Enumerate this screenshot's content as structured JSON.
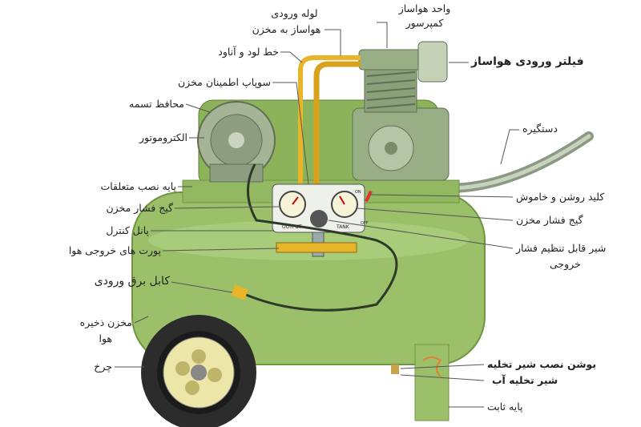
{
  "labels": {
    "inlet_pipe_1": "لوله ورودی",
    "inlet_pipe_2": "هواساز به مخزن",
    "pump_unit_1": "واحد هواساز",
    "pump_unit_2": "کمپرسور",
    "load_unload_line": "خط لود و آناود",
    "air_intake_filter": "فیلتر ورودی هواساز",
    "safety_valve": "سوپاپ اطمینان مخزن",
    "belt_guard": "محافظ تسمه",
    "electric_motor": "الکتروموتور",
    "handle": "دستگیره",
    "accessory_mount": "پایه نصب متعلقات",
    "on_off_switch": "کلید روشن و خاموش",
    "tank_gauge_left": "گیج فشار مخزن",
    "tank_gauge_right": "گیج فشار مخزن",
    "control_panel": "پانل کنترل",
    "regulator_1": "شیر قابل تنظیم فشار",
    "regulator_2": "خروجی",
    "air_outlet_ports": "پورت های خروجی هوا",
    "power_cable": "کابل برق ورودی",
    "tank_1": "مخزن ذخیره",
    "tank_2": "هوا",
    "wheel": "چرخ",
    "drain_bushing": "بوشن نصب شیر تخلیه",
    "drain_valve": "شیر تخلیه آب",
    "fixed_foot": "پایه ثابت"
  },
  "panel": {
    "output": "OUTPUT",
    "tank": "TANK",
    "on": "ON",
    "off": "OFF"
  },
  "colors": {
    "body": "#9cc069",
    "dark": "#6f9442",
    "pipe": "#e8b52a",
    "pump": "#98ae84"
  }
}
